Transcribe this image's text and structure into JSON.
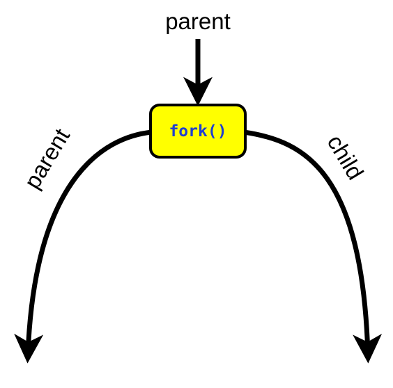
{
  "diagram": {
    "top_label": "parent",
    "left_branch_label": "parent",
    "right_branch_label": "child",
    "node": {
      "label": "fork()",
      "fill_color": "#ffff00",
      "text_color": "#1f3fd1"
    },
    "line_color": "#000000"
  }
}
